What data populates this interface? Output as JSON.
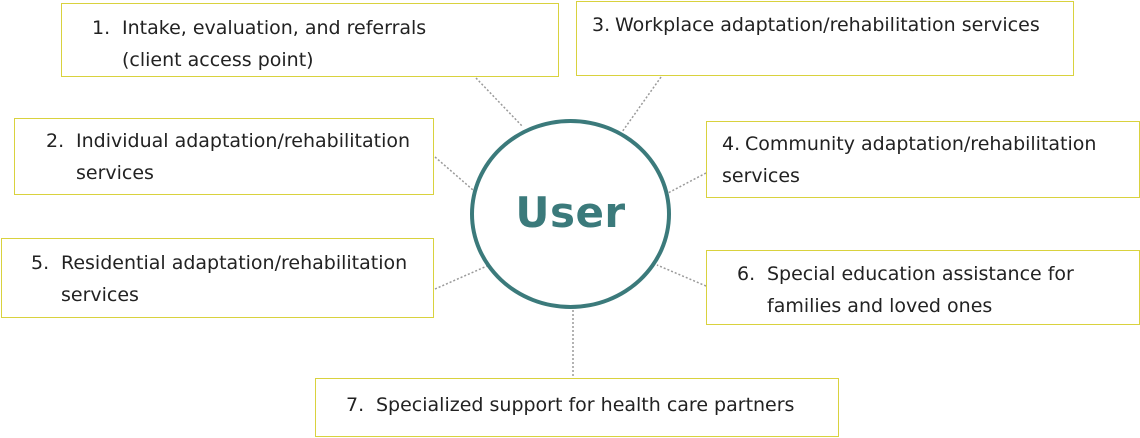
{
  "center": {
    "label": "User"
  },
  "services": [
    {
      "number": "1.",
      "lines": [
        "Intake, evaluation, and referrals",
        "(client access point)"
      ]
    },
    {
      "number": "2.",
      "lines": [
        "Individual adaptation/rehabilitation",
        "services"
      ]
    },
    {
      "number": "3.",
      "lines": [
        "Workplace adaptation/rehabilitation services"
      ]
    },
    {
      "number": "4.",
      "lines": [
        "Community adaptation/rehabilitation",
        "services"
      ]
    },
    {
      "number": "5.",
      "lines": [
        "Residential adaptation/rehabilitation",
        "services"
      ]
    },
    {
      "number": "6.",
      "lines": [
        "Special education assistance for",
        "families and loved ones"
      ]
    },
    {
      "number": "7.",
      "lines": [
        "Specialized support for health care partners"
      ]
    }
  ],
  "colors": {
    "hub_ring": "#3b7a7b",
    "box_border": "#d9d23e",
    "connector": "#9a9a9a"
  }
}
